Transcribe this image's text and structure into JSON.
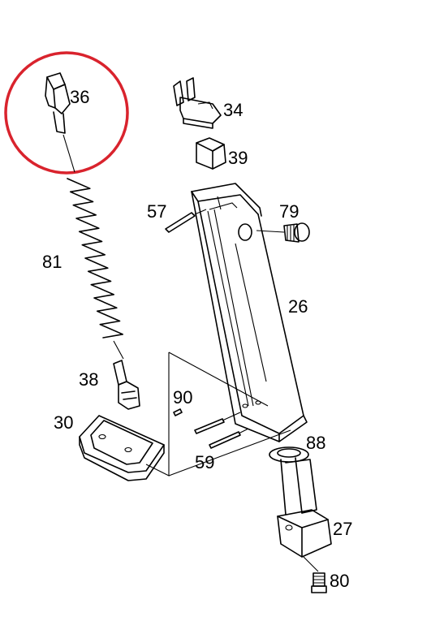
{
  "highlight_color": "#d9232d",
  "parts": [
    {
      "id": "p36",
      "label": "36"
    },
    {
      "id": "p34",
      "label": "34"
    },
    {
      "id": "p39",
      "label": "39"
    },
    {
      "id": "p57",
      "label": "57"
    },
    {
      "id": "p79",
      "label": "79"
    },
    {
      "id": "p81",
      "label": "81"
    },
    {
      "id": "p26",
      "label": "26"
    },
    {
      "id": "p38",
      "label": "38"
    },
    {
      "id": "p90",
      "label": "90"
    },
    {
      "id": "p30",
      "label": "30"
    },
    {
      "id": "p88",
      "label": "88"
    },
    {
      "id": "p59",
      "label": "59"
    },
    {
      "id": "p27",
      "label": "27"
    },
    {
      "id": "p80",
      "label": "80"
    }
  ]
}
